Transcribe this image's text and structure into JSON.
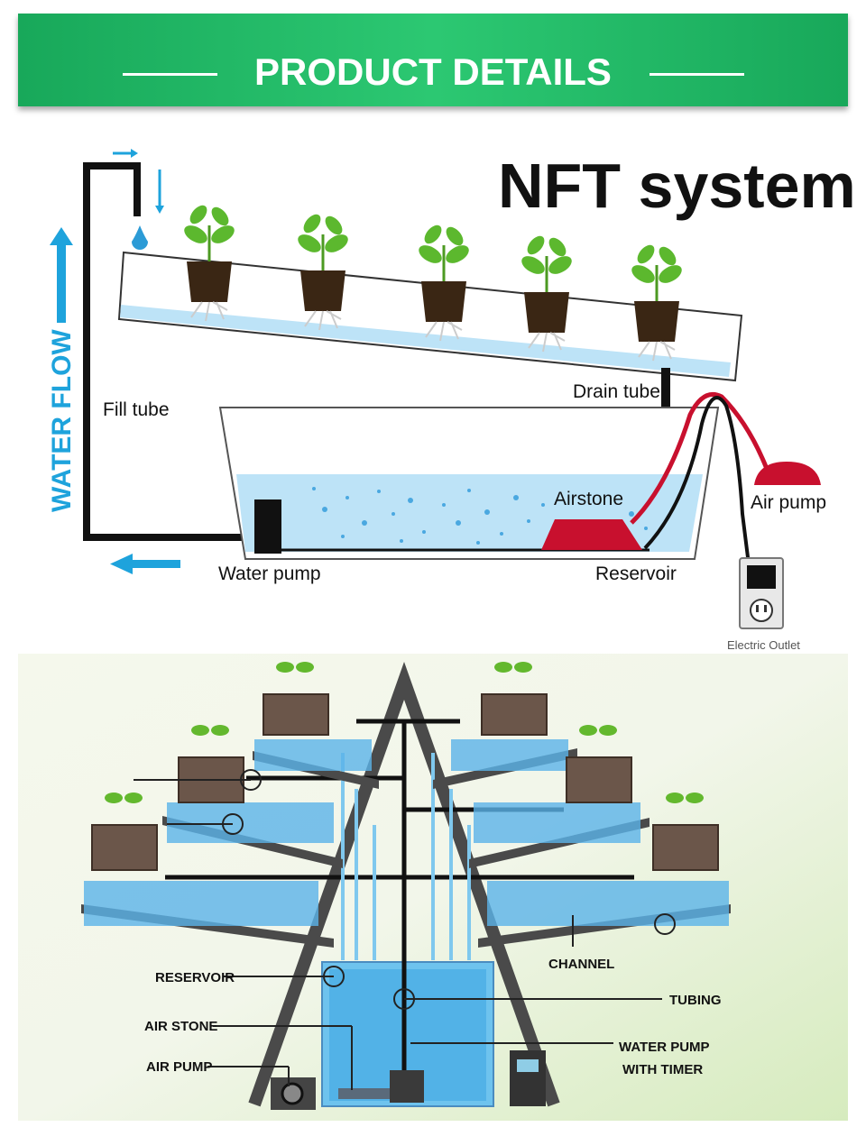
{
  "header": {
    "title": "PRODUCT DETAILS"
  },
  "nft_diagram": {
    "title": "NFT system",
    "water_flow_label": "WATER FLOW",
    "labels": {
      "fill_tube": "Fill tube",
      "drain_tube": "Drain tube",
      "airstone": "Airstone",
      "air_pump": "Air pump",
      "water_pump": "Water pump",
      "reservoir": "Reservoir",
      "electric_outlet": "Electric Outlet"
    }
  },
  "tower_diagram": {
    "labels": {
      "reservoir": "RESERVOIR",
      "air_stone": "AIR STONE",
      "air_pump": "AIR PUMP",
      "channel": "CHANNEL",
      "tubing": "TUBING",
      "water_pump_line1": "WATER PUMP",
      "water_pump_line2": "WITH TIMER"
    }
  },
  "colors": {
    "banner_green": "#22b866",
    "flow_blue": "#1ea3dc",
    "water_blue": "#bde3f7",
    "airstone_red": "#c8102e",
    "plant_green": "#5cb82e"
  }
}
